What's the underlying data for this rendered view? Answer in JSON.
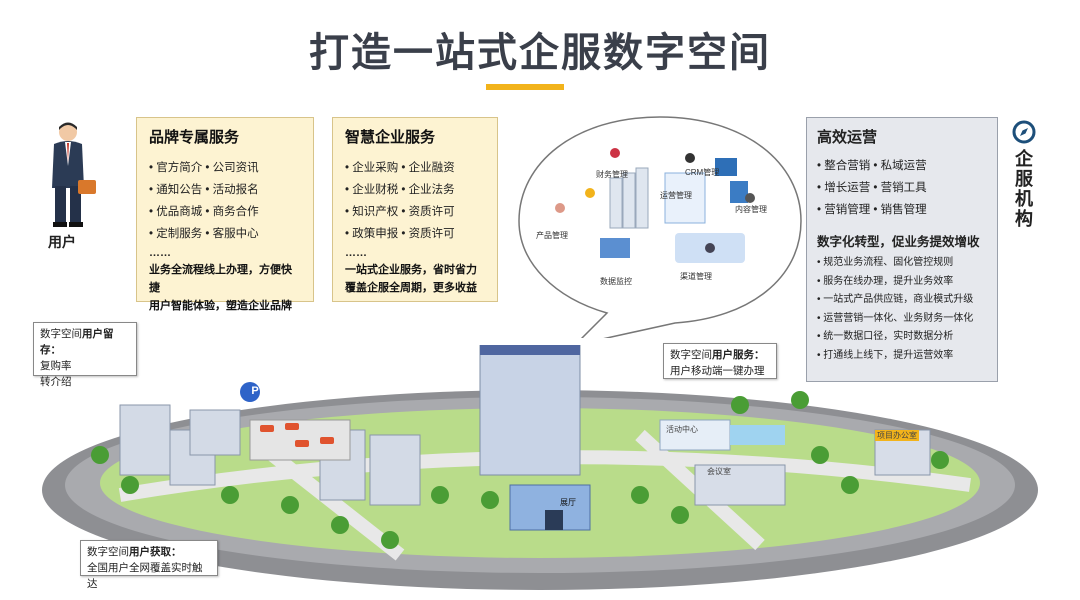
{
  "title": "打造一站式企服数字空间",
  "user": {
    "label": "用户"
  },
  "card_brand": {
    "title": "品牌专属服务",
    "rows": [
      "• 官方简介 • 公司资讯",
      "• 通知公告 • 活动报名",
      "• 优品商城 • 商务合作",
      "• 定制服务 • 客服中心"
    ],
    "dots": "……",
    "note1": "业务全流程线上办理，方便快捷",
    "note2": "用户智能体验，塑造企业品牌"
  },
  "card_smart": {
    "title": "智慧企业服务",
    "rows": [
      "• 企业采购 • 企业融资",
      "• 企业财税 • 企业法务",
      "• 知识产权 • 资质许可",
      "• 政策申报 • 资质许可"
    ],
    "dots": "……",
    "note1": "一站式企业服务，省时省力",
    "note2": "覆盖企服全周期，更多收益"
  },
  "bubble": {
    "labels": [
      "财务管理",
      "CRM管理",
      "运营管理",
      "产品管理",
      "内容管理",
      "数据监控",
      "渠道管理"
    ]
  },
  "panel_ops": {
    "title": "高效运营",
    "rows": [
      "• 整合营销 • 私域运营",
      "• 增长运营 • 营销工具",
      "• 营销管理 • 销售管理"
    ],
    "subtitle": "数字化转型，促业务提效增收",
    "items": [
      "• 规范业务流程、固化管控规则",
      "• 服务在线办理，提升业务效率",
      "• 一站式产品供应链，商业模式升级",
      "• 运营营销一体化、业务财务一体化",
      "• 统一数据口径，实时数据分析",
      "• 打通线上线下，提升运营效率"
    ]
  },
  "org_label": "企服机构",
  "callout_retention": {
    "prefix": "数字空间",
    "bold": "用户留存：",
    "line1": "复购率",
    "line2": "转介绍"
  },
  "callout_service": {
    "prefix": "数字空间",
    "bold": "用户服务：",
    "line1": "用户移动端一键办理"
  },
  "callout_acquire": {
    "prefix": "数字空间",
    "bold": "用户获取：",
    "line1": "全国用户全网覆盖实时触达"
  },
  "city_signs": {
    "activity": "活动中心",
    "meeting": "会议室",
    "office": "项目办公室",
    "hall": "展厅",
    "parking": "P"
  },
  "colors": {
    "accent": "#f2b31b",
    "card_bg": "#fdf3d2",
    "panel_bg": "#e6e8ed",
    "title": "#3a3f4a",
    "org_icon": "#1d4f7a"
  }
}
